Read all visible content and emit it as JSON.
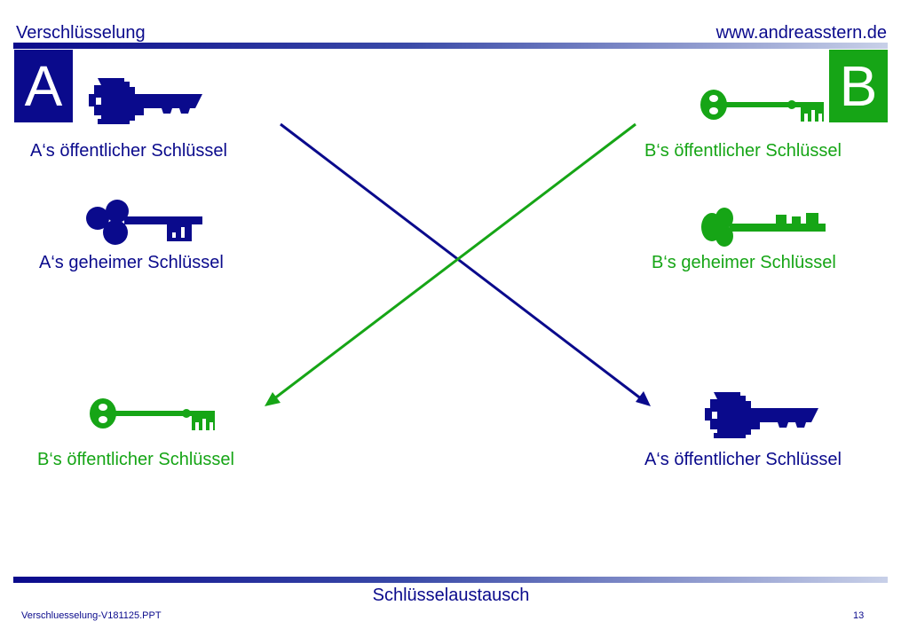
{
  "header": {
    "title": "Verschlüsselung",
    "url": "www.andreasstern.de"
  },
  "party_a": {
    "letter": "A",
    "public_key_label": "A‘s öffentlicher Schlüssel",
    "secret_key_label": "A‘s geheimer Schlüssel"
  },
  "party_b": {
    "letter": "B",
    "public_key_label": "B‘s öffentlicher Schlüssel",
    "secret_key_label": "B‘s geheimer Schlüssel"
  },
  "received": {
    "at_a": "B‘s öffentlicher Schlüssel",
    "at_b": "A‘s öffentlicher Schlüssel"
  },
  "footer": {
    "caption": "Schlüsselaustausch",
    "filename": "Verschluesselung-V181125.PPT",
    "page": "13"
  },
  "colors": {
    "a": "#0a0a8c",
    "b": "#16a516",
    "text": "#0a0a8c"
  }
}
